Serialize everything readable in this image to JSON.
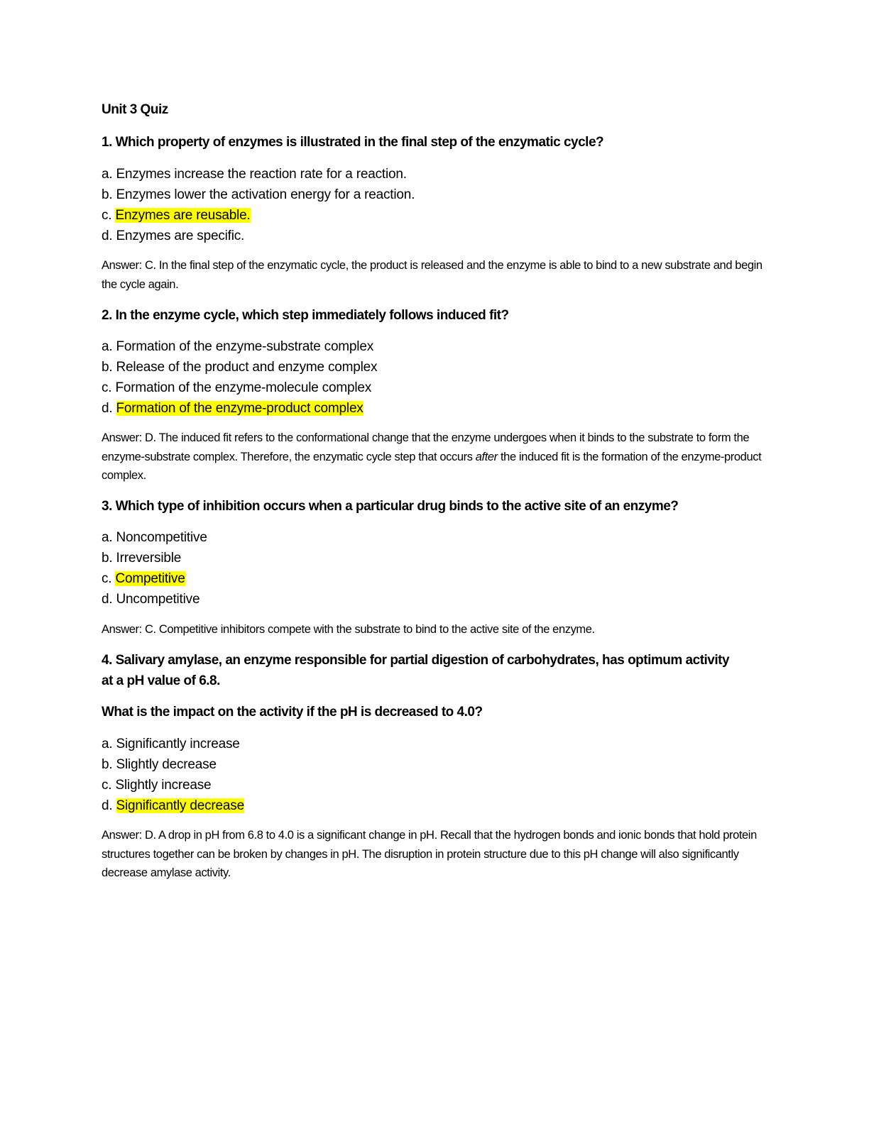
{
  "document": {
    "title": "Unit 3 Quiz",
    "highlight_color": "#ffff00",
    "questions": [
      {
        "question": "1. Which property of enzymes is illustrated in the final step of the enzymatic cycle?",
        "options": [
          {
            "prefix": "a. ",
            "text": "Enzymes increase the reaction rate for a reaction.",
            "correct": false
          },
          {
            "prefix": "b. ",
            "text": "Enzymes lower the activation energy for a reaction.",
            "correct": false
          },
          {
            "prefix": "c. ",
            "text": "Enzymes are reusable.",
            "correct": true
          },
          {
            "prefix": "d. ",
            "text": "Enzymes are specific.",
            "correct": false
          }
        ],
        "answer": "Answer: C. In the final step of the enzymatic cycle, the product is released and the enzyme is able to bind to a new substrate and begin the cycle again."
      },
      {
        "question": "2. In the enzyme cycle, which step immediately follows induced fit?",
        "options": [
          {
            "prefix": "a. ",
            "text": "Formation of the enzyme-substrate complex",
            "correct": false
          },
          {
            "prefix": "b. ",
            "text": "Release of the product and enzyme complex",
            "correct": false
          },
          {
            "prefix": "c. ",
            "text": "Formation of the enzyme-molecule complex",
            "correct": false
          },
          {
            "prefix": "d. ",
            "text": "Formation of the enzyme-product complex",
            "correct": true
          }
        ],
        "answer_part1": "Answer: D. The induced fit refers to the conformational change that the enzyme undergoes when it binds to the substrate to form the enzyme-substrate complex.  Therefore, the enzymatic cycle step that occurs ",
        "answer_emphasis": "after",
        "answer_part2": " the induced fit is the formation of the enzyme-product complex."
      },
      {
        "question": "3. Which type of inhibition occurs when a particular drug binds to the active site of an enzyme?",
        "options": [
          {
            "prefix": "a. ",
            "text": "Noncompetitive",
            "correct": false
          },
          {
            "prefix": "b. ",
            "text": "Irreversible",
            "correct": false
          },
          {
            "prefix": "c. ",
            "text": "Competitive",
            "correct": true
          },
          {
            "prefix": "d. ",
            "text": "Uncompetitive",
            "correct": false
          }
        ],
        "answer": "Answer: C. Competitive inhibitors compete with the substrate to bind to the active site of the enzyme."
      },
      {
        "question": "4. Salivary amylase, an enzyme responsible for partial digestion of carbohydrates, has optimum activity at a pH value of 6.8.",
        "subquestion": "What is the impact on the activity if the pH is decreased to 4.0?",
        "options": [
          {
            "prefix": "a. ",
            "text": "Significantly increase",
            "correct": false
          },
          {
            "prefix": "b. ",
            "text": "Slightly decrease",
            "correct": false
          },
          {
            "prefix": "c. ",
            "text": "Slightly increase",
            "correct": false
          },
          {
            "prefix": "d. ",
            "text": "Significantly decrease",
            "correct": true
          }
        ],
        "answer": "Answer: D. A drop in pH from 6.8 to 4.0 is a significant change in pH.  Recall that the hydrogen bonds and ionic bonds that hold protein structures together can be broken by changes in pH.  The disruption in protein structure due to this pH change will also significantly decrease amylase activity."
      }
    ]
  }
}
